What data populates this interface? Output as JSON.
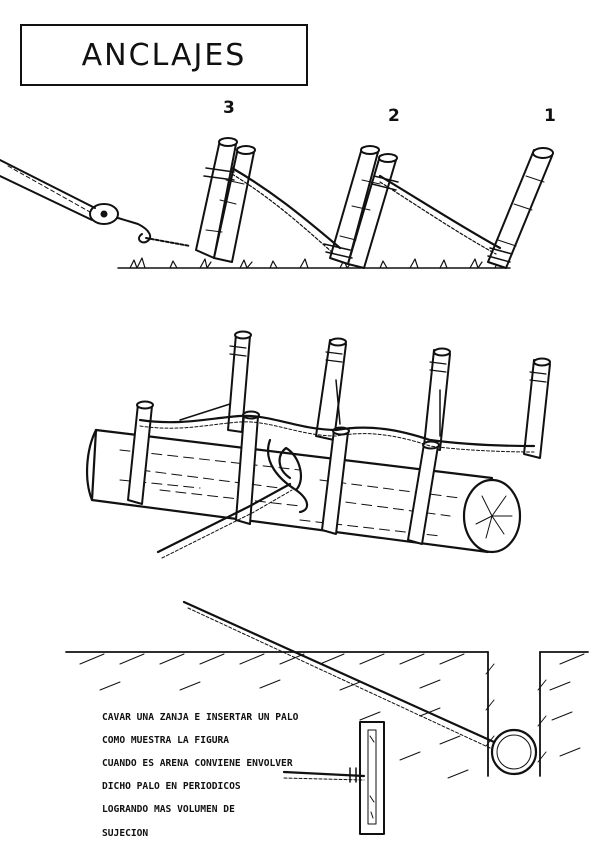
{
  "title": "ANCLAJES",
  "stake_numbers": [
    "3",
    "2",
    "1"
  ],
  "instructions": [
    "CAVAR UNA ZANJA E INSERTAR UN PALO",
    "COMO MUESTRA LA FIGURA",
    "CUANDO ES ARENA CONVIENE ENVOLVER",
    "DICHO PALO EN PERIODICOS",
    "LOGRANDO MAS VOLUMEN DE",
    "SUJECION"
  ],
  "colors": {
    "ink": "#111111",
    "paper": "#ffffff"
  }
}
